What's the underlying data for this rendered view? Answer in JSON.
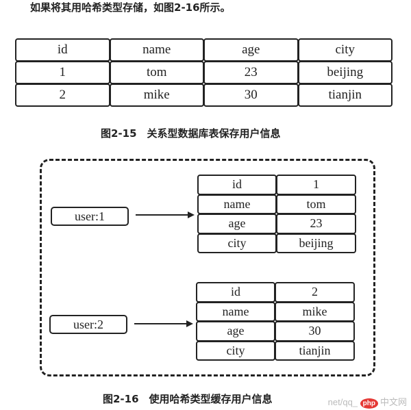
{
  "intro_text": "如果将其用哈希类型存储，如图2-16所示。",
  "relational_table": {
    "headers": [
      "id",
      "name",
      "age",
      "city"
    ],
    "rows": [
      [
        "1",
        "tom",
        "23",
        "beijing"
      ],
      [
        "2",
        "mike",
        "30",
        "tianjin"
      ]
    ]
  },
  "caption_fig15": "图2-15　关系型数据库表保存用户信息",
  "hash_store": {
    "entries": [
      {
        "key": "user:1",
        "fields": [
          {
            "field": "id",
            "value": "1"
          },
          {
            "field": "name",
            "value": "tom"
          },
          {
            "field": "age",
            "value": "23"
          },
          {
            "field": "city",
            "value": "beijing"
          }
        ]
      },
      {
        "key": "user:2",
        "fields": [
          {
            "field": "id",
            "value": "2"
          },
          {
            "field": "name",
            "value": "mike"
          },
          {
            "field": "age",
            "value": "30"
          },
          {
            "field": "city",
            "value": "tianjin"
          }
        ]
      }
    ]
  },
  "caption_fig16": "图2-16　使用哈希类型缓存用户信息",
  "watermark": {
    "text": "net/qq_",
    "logo": "php",
    "site": "中文网"
  }
}
